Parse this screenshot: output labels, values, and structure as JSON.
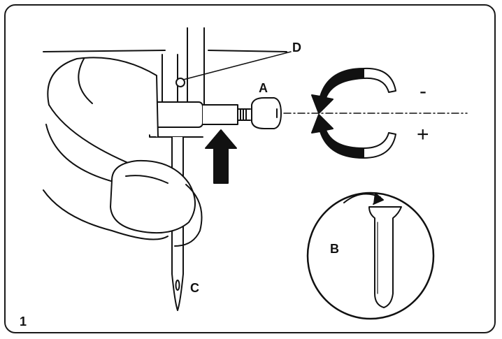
{
  "figure": {
    "number": "1",
    "labels": {
      "a": "A",
      "b": "B",
      "c": "C",
      "d": "D"
    },
    "signs": {
      "minus": "-",
      "plus": "+"
    }
  },
  "colors": {
    "ink": "#111111",
    "paper": "#ffffff",
    "shade": "#e6e6e6"
  }
}
